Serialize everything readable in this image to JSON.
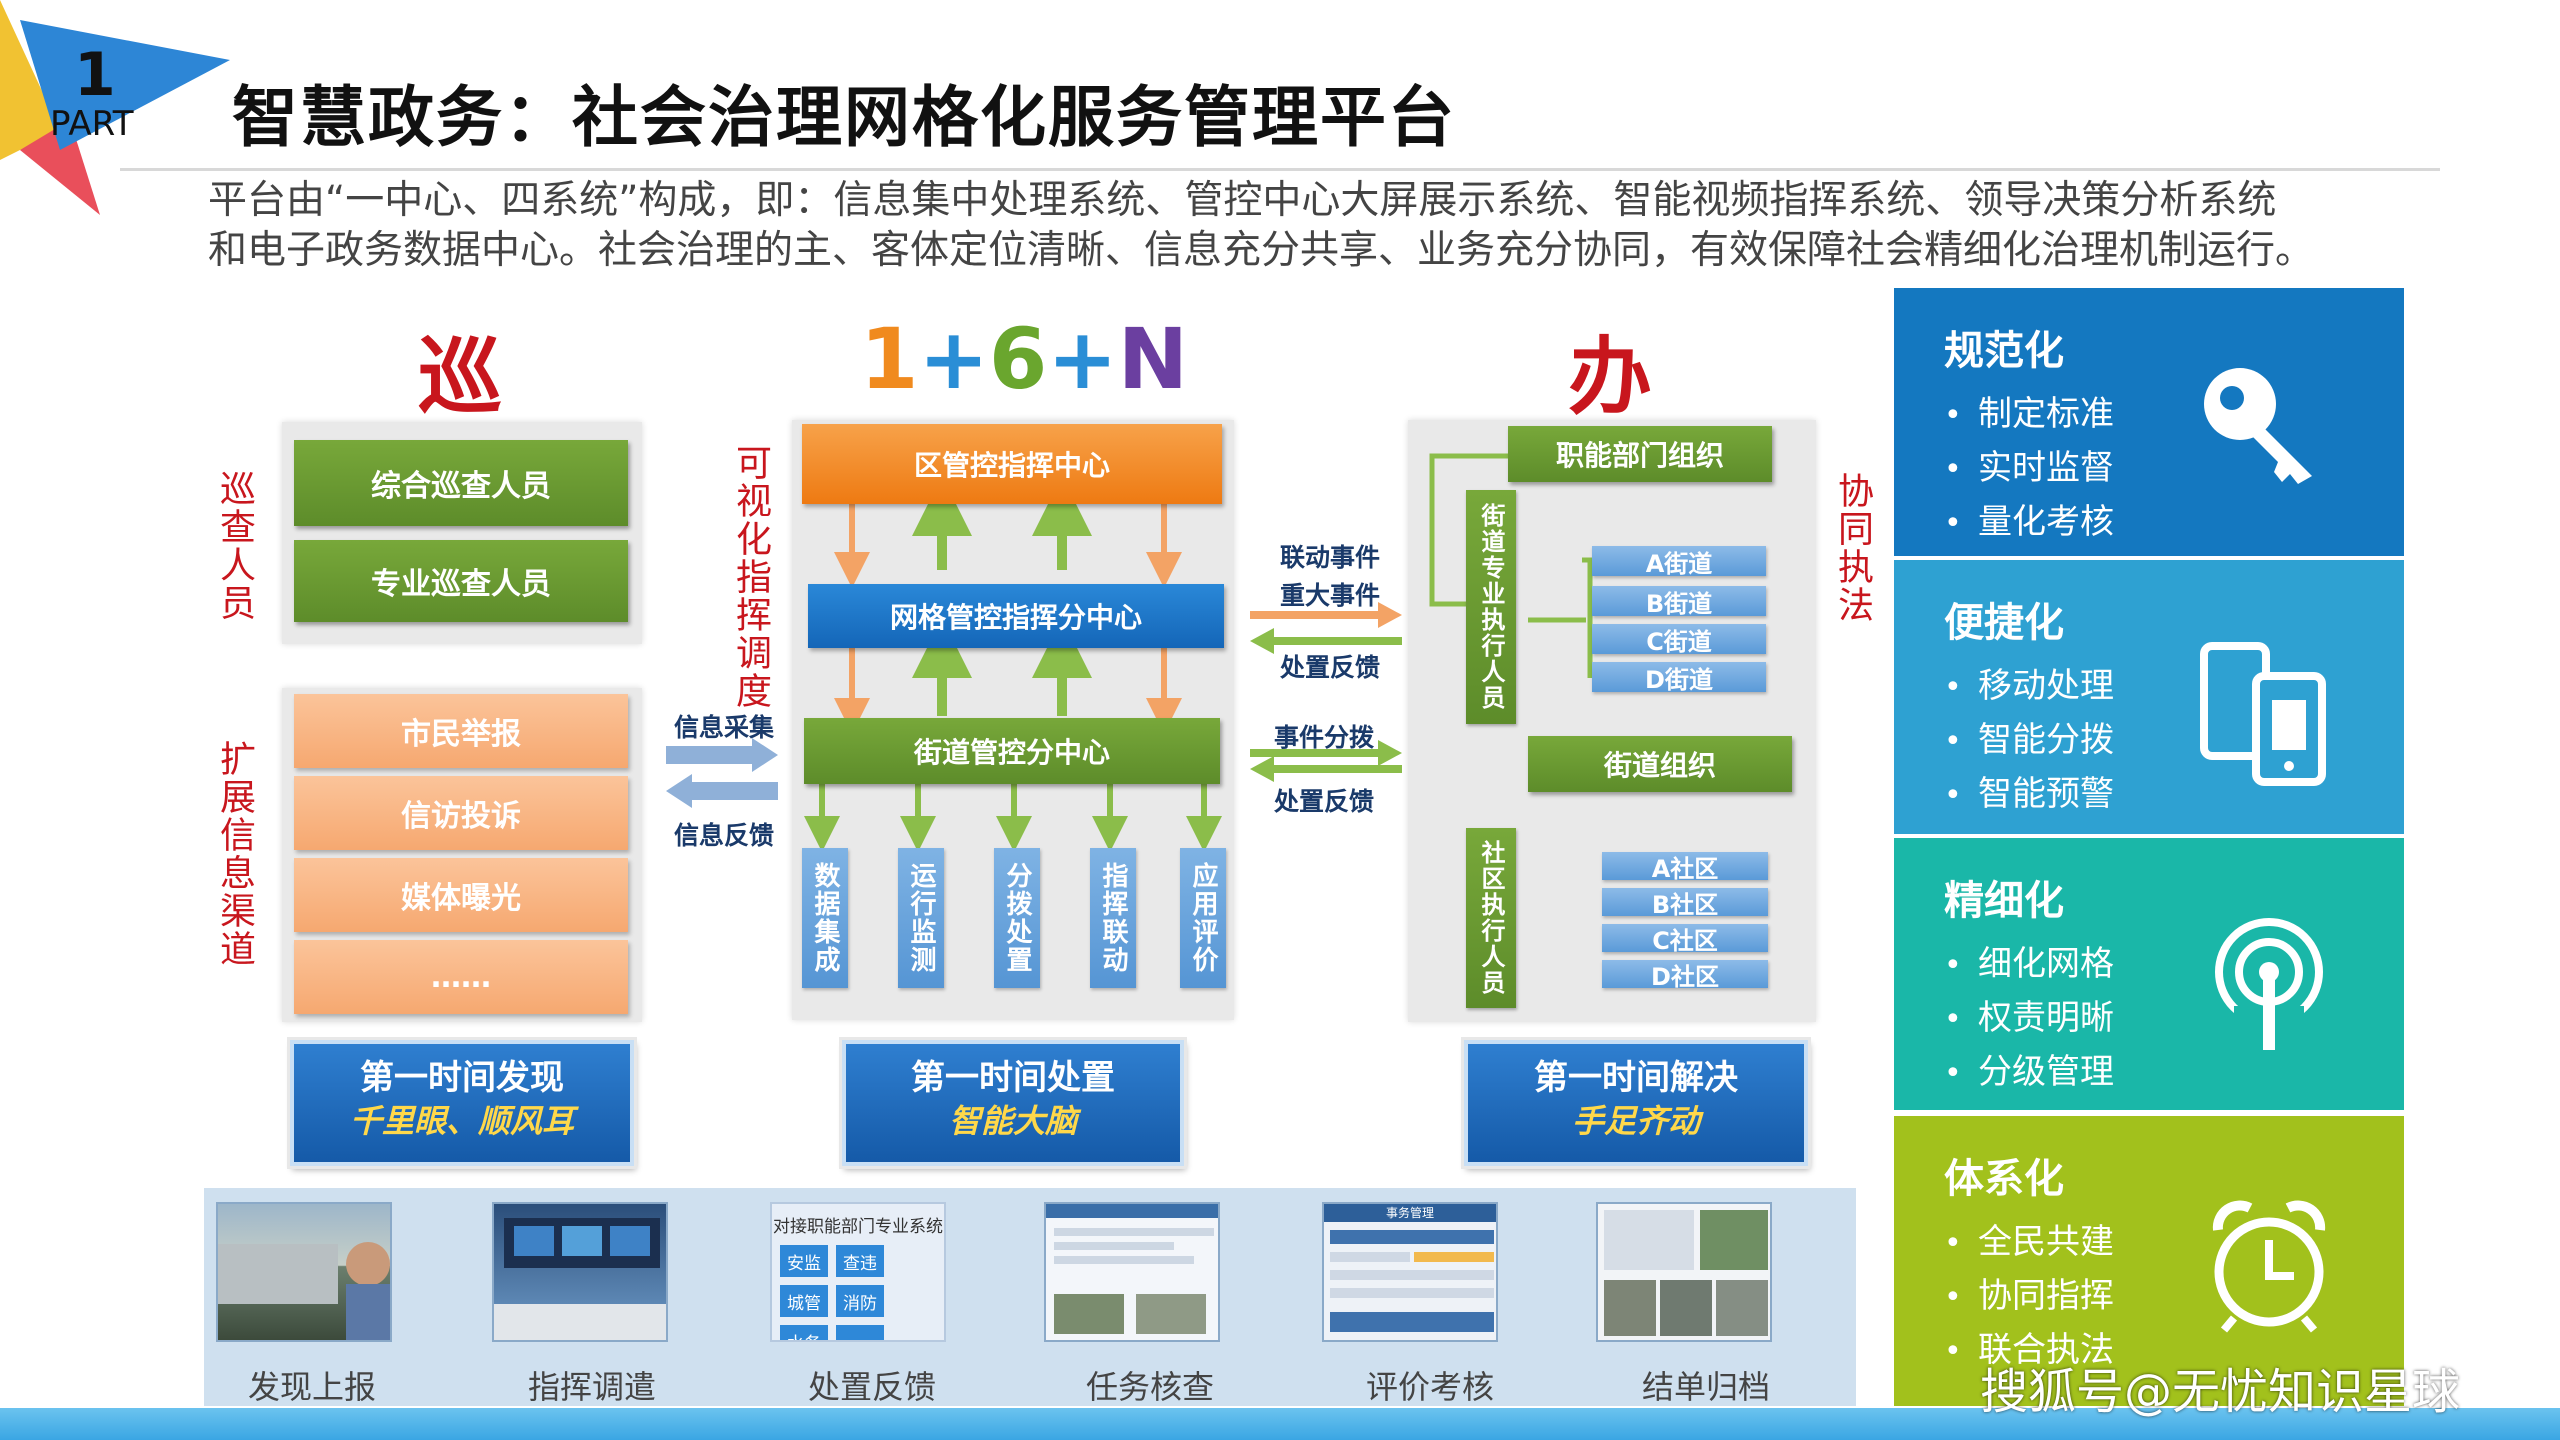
{
  "header": {
    "part_num": "1",
    "part_word": "PART",
    "title": "智慧政务：社会治理网格化服务管理平台",
    "intro_line1": "平台由“一中心、四系统”构成，即：信息集中处理系统、管控中心大屏展示系统、智能视频指挥系统、领导决策分析系统",
    "intro_line2": "和电子政务数据中心。社会治理的主、客体定位清晰、信息充分共享、业务充分协同，有效保障社会精细化治理机制运行。"
  },
  "columns": {
    "left_header": "巡",
    "mid_header": [
      "1",
      "+",
      "6",
      "+",
      "N"
    ],
    "right_header": "办"
  },
  "left": {
    "label_patrol": "巡查人员",
    "label_channels": "扩展信息渠道",
    "patrol_items": [
      "综合巡查人员",
      "专业巡查人员"
    ],
    "channel_items": [
      "市民举报",
      "信访投诉",
      "媒体曝光",
      "……"
    ],
    "summary_line1": "第一时间发现",
    "summary_line2": "千里眼、顺风耳"
  },
  "middle": {
    "vertical_label": "可视化指挥调度",
    "district_center": "区管控指挥中心",
    "grid_center": "网格管控指挥分中心",
    "street_center": "街道管控分中心",
    "functions": [
      "数据集成",
      "运行监测",
      "分拨处置",
      "指挥联动",
      "应用评价"
    ],
    "info_collect": "信息采集",
    "info_feedback": "信息反馈",
    "summary_line1": "第一时间处置",
    "summary_line2": "智能大脑"
  },
  "links": {
    "upper_a": "联动事件",
    "upper_b": "重大事件",
    "upper_back": "处置反馈",
    "lower_a": "事件分拨",
    "lower_back": "处置反馈"
  },
  "right": {
    "vertical_label": "协同执法",
    "dept_org": "职能部门组织",
    "street_staff": "街道专业执行人员",
    "streets": [
      "A街道",
      "B街道",
      "C街道",
      "D街道"
    ],
    "street_org": "街道组织",
    "community_staff": "社区执行人员",
    "communities": [
      "A社区",
      "B社区",
      "C社区",
      "D社区"
    ],
    "summary_line1": "第一时间解决",
    "summary_line2": "手足齐动"
  },
  "strip": {
    "labels": [
      "发现上报",
      "指挥调遣",
      "处置反馈",
      "任务核查",
      "评价考核",
      "结单归档"
    ],
    "dispatch_title": "对接职能部门专业系统",
    "dispatch_buttons": [
      "安监",
      "查违",
      "城管",
      "消防",
      "水务",
      "……"
    ],
    "mock_header": "事务管理"
  },
  "cards": [
    {
      "title": "规范化",
      "items": [
        "制定标准",
        "实时监督",
        "量化考核"
      ],
      "color": "#1478c0",
      "icon": "key-icon"
    },
    {
      "title": "便捷化",
      "items": [
        "移动处理",
        "智能分拨",
        "智能预警"
      ],
      "color": "#2ea1d2",
      "icon": "mobile-devices-icon"
    },
    {
      "title": "精细化",
      "items": [
        "细化网格",
        "权责明晰",
        "分级管理"
      ],
      "color": "#1ab7a8",
      "icon": "signal-tower-icon"
    },
    {
      "title": "体系化",
      "items": [
        "全民共建",
        "协同指挥",
        "联合执法"
      ],
      "color": "#a2c11c",
      "icon": "alarm-clock-icon"
    }
  ],
  "watermark": "搜狐号@无忧知识星球"
}
